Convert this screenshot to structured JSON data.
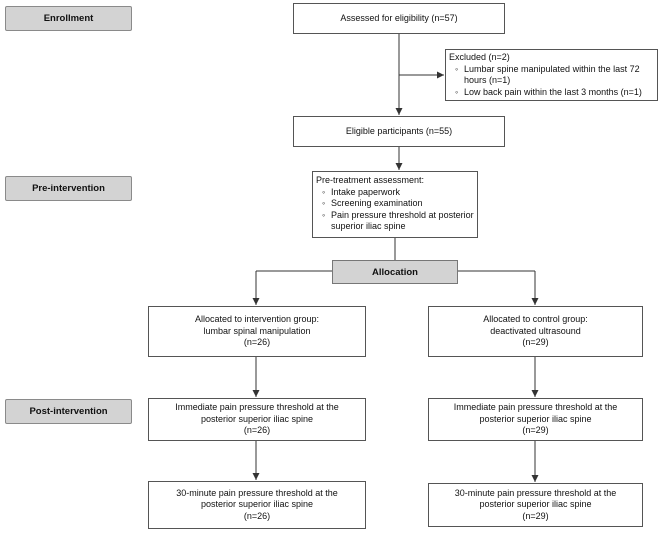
{
  "phases": {
    "enrollment": "Enrollment",
    "pre_intervention": "Pre-intervention",
    "post_intervention": "Post-intervention"
  },
  "assessed": "Assessed for eligibility (n=57)",
  "excluded": {
    "title": "Excluded (n=2)",
    "items": [
      "Lumbar spine manipulated within the last 72 hours (n=1)",
      "Low back pain within the last 3 months (n=1)"
    ]
  },
  "eligible": "Eligible participants (n=55)",
  "pretreatment": {
    "title": "Pre-treatment assessment:",
    "items": [
      "Intake paperwork",
      "Screening examination",
      "Pain pressure threshold at posterior superior iliac spine"
    ]
  },
  "allocation": "Allocation",
  "intervention": {
    "line1": "Allocated to intervention group:",
    "line2": "lumbar spinal manipulation",
    "line3": "(n=26)"
  },
  "control": {
    "line1": "Allocated to control group:",
    "line2": "deactivated ultrasound",
    "line3": "(n=29)"
  },
  "immediate_intervention": {
    "line1": "Immediate pain pressure threshold at the",
    "line2": "posterior superior iliac spine",
    "line3": "(n=26)"
  },
  "immediate_control": {
    "line1": "Immediate pain pressure threshold at the",
    "line2": "posterior superior iliac spine",
    "line3": "(n=29)"
  },
  "thirty_intervention": {
    "line1": "30-minute pain pressure threshold at the",
    "line2": "posterior superior iliac spine",
    "line3": "(n=26)"
  },
  "thirty_control": {
    "line1": "30-minute pain pressure threshold at the",
    "line2": "posterior superior iliac spine",
    "line3": "(n=29)"
  }
}
